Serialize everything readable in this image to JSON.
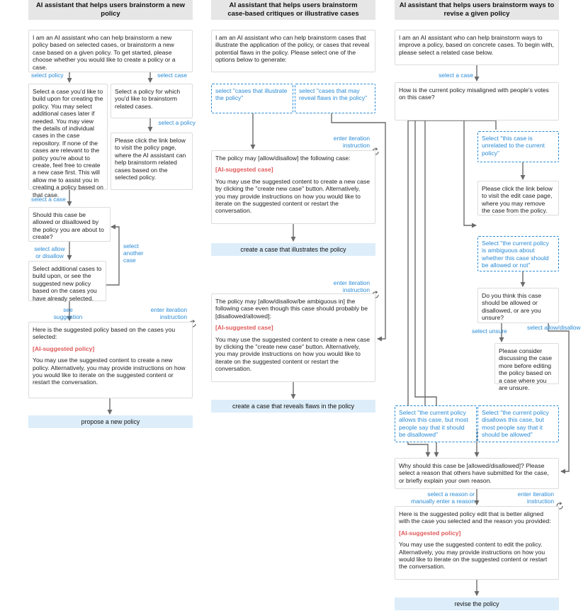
{
  "columns": [
    {
      "title": "AI assistant that helps users brainstorm a new policy"
    },
    {
      "title": "AI assistant that helps users brainstorm\ncase-based critiques or illustrative cases"
    },
    {
      "title": "AI assistant that helps users brainstorm ways to\nrevise a given policy"
    }
  ],
  "col1": {
    "intro": "I am an AI assistant who can help brainstorm a new policy based on selected cases, or brainstorm a new case based on a given policy. To get started, please choose whether you would like to create a policy or a case.",
    "label_select_policy": "select policy",
    "label_select_case": "select case",
    "case_box": "Select a case you'd like to build upon for creating the policy. You may select additional cases later if needed. You may view the details of individual cases in the case repository. If none of the cases are relevant to the policy you're about to create, feel free to create a new case first. This will allow me to assist you in creating a policy based on that case.",
    "policy_box": "Select a policy for which you'd like to brainstorm related cases.",
    "label_select_a_policy": "select a policy",
    "link_box": "Please click the link below to visit the policy page, where the AI assistant can help brainstorm related cases based on the selected policy.",
    "label_select_a_case": "select a case",
    "should_box": "Should this case be allowed or disallowed by the policy you are about to create?",
    "label_select_allow": "select allow\nor disallow",
    "label_select_another": "select\nanother\ncase",
    "additional_box": "Select additional cases to build upon, or see the suggested new policy based on the cases you have already selected.",
    "label_see_suggestion": "see\nsuggestion",
    "label_enter_iteration": "enter iteration\ninstruction",
    "suggested_intro": "Here is the suggested policy based on the cases you selected:",
    "ai_tag": "[AI-suggested policy]",
    "suggested_outro": "You may use the suggested content to create a new policy. Alternatively, you may provide instructions on how you would like to iterate on the suggested content or restart the conversation.",
    "action": "propose a new policy"
  },
  "col2": {
    "intro": "I am an AI assistant who can help brainstorm cases that illustrate the application of the policy, or cases that reveal potential flaws in the policy. Please select one of the options below to generate:",
    "opt_illustrate": "select \"cases that illustrate\nthe policy\"",
    "opt_flaws": "select \"cases that may\nreveal flaws in the policy\"",
    "label_enter_iteration_1": "enter iteration\ninstruction",
    "box1_head": "The policy may [allow/disallow] the following case:",
    "ai_tag_1": "[AI-suggested case]",
    "box1_tail": "You may use the suggested content to create a new case by clicking the \"create new case\" button. Alternatively, you may provide instructions on how you would like to iterate on the suggested content or restart the conversation.",
    "action1": "create a case that illustrates the policy",
    "label_enter_iteration_2": "enter iteration\ninstruction",
    "box2_head": "The policy may [allow/disallow/be ambiguous in] the following case even though this case should probably be [disallowed/allowed]:",
    "ai_tag_2": "[AI-suggested case]",
    "box2_tail": "You may use the suggested content to create a new case by clicking the \"create new case\" button. Alternatively, you may provide instructions on how you would like to iterate on the suggested content or restart the conversation.",
    "action2": "create a case that reveals flaws in the policy"
  },
  "col3": {
    "intro": "I am an AI assistant who can help brainstorm ways to improve a policy, based on concrete cases. To begin with, please select a related case below.",
    "label_select_a_case": "select a case",
    "misaligned_box": "How is the current policy misaligned with people's votes on this case?",
    "opt_unrelated": "Select \"this case is\nunrelated to the current\npolicy\"",
    "remove_box": "Please click the link below to visit the edit case page, where you may remove the case from the policy.",
    "opt_ambiguous": "Select \"the current policy\nis ambiguous about\nwhether this case should\nbe allowed or not\"",
    "think_box": "Do you think this case should be allowed or disallowed, or are you unsure?",
    "label_unsure": "select unsure",
    "label_allow_disallow": "select allow/disallow",
    "consider_box": "Please consider discussing the case more before editing the policy based on a case where you are unsure.",
    "opt_allows": "Select \"the current policy\nallows this case, but most\npeople say that it should\nbe disallowed\"",
    "opt_disallows": "Select \"the current policy\ndisallows this case, but\nmost people say that it\nshould be allowed\"",
    "why_box": "Why should this case be [allowed/disallowed]? Please select a reason that others have submitted for the case, or briefly explain your own reason.",
    "label_reason": "select a reason or\nmanually enter a reason",
    "label_enter_iteration": "enter iteration\ninstruction",
    "edit_intro": "Here is the suggested policy edit that is better aligned with the case you selected and the reason you provided:",
    "ai_tag": "[AI-suggested policy]",
    "edit_outro": "You may use the suggested content to edit the policy. Alternatively, you may provide instructions on how you would like to iterate on the suggested content or restart the conversation.",
    "action": "revise the policy"
  },
  "colors": {
    "accent": "#2a8bd6",
    "ai_tag": "#e05a5a",
    "action_bg": "#ddeefa",
    "header_bg": "#e6e6e6",
    "arrow": "#6b6b6b"
  }
}
